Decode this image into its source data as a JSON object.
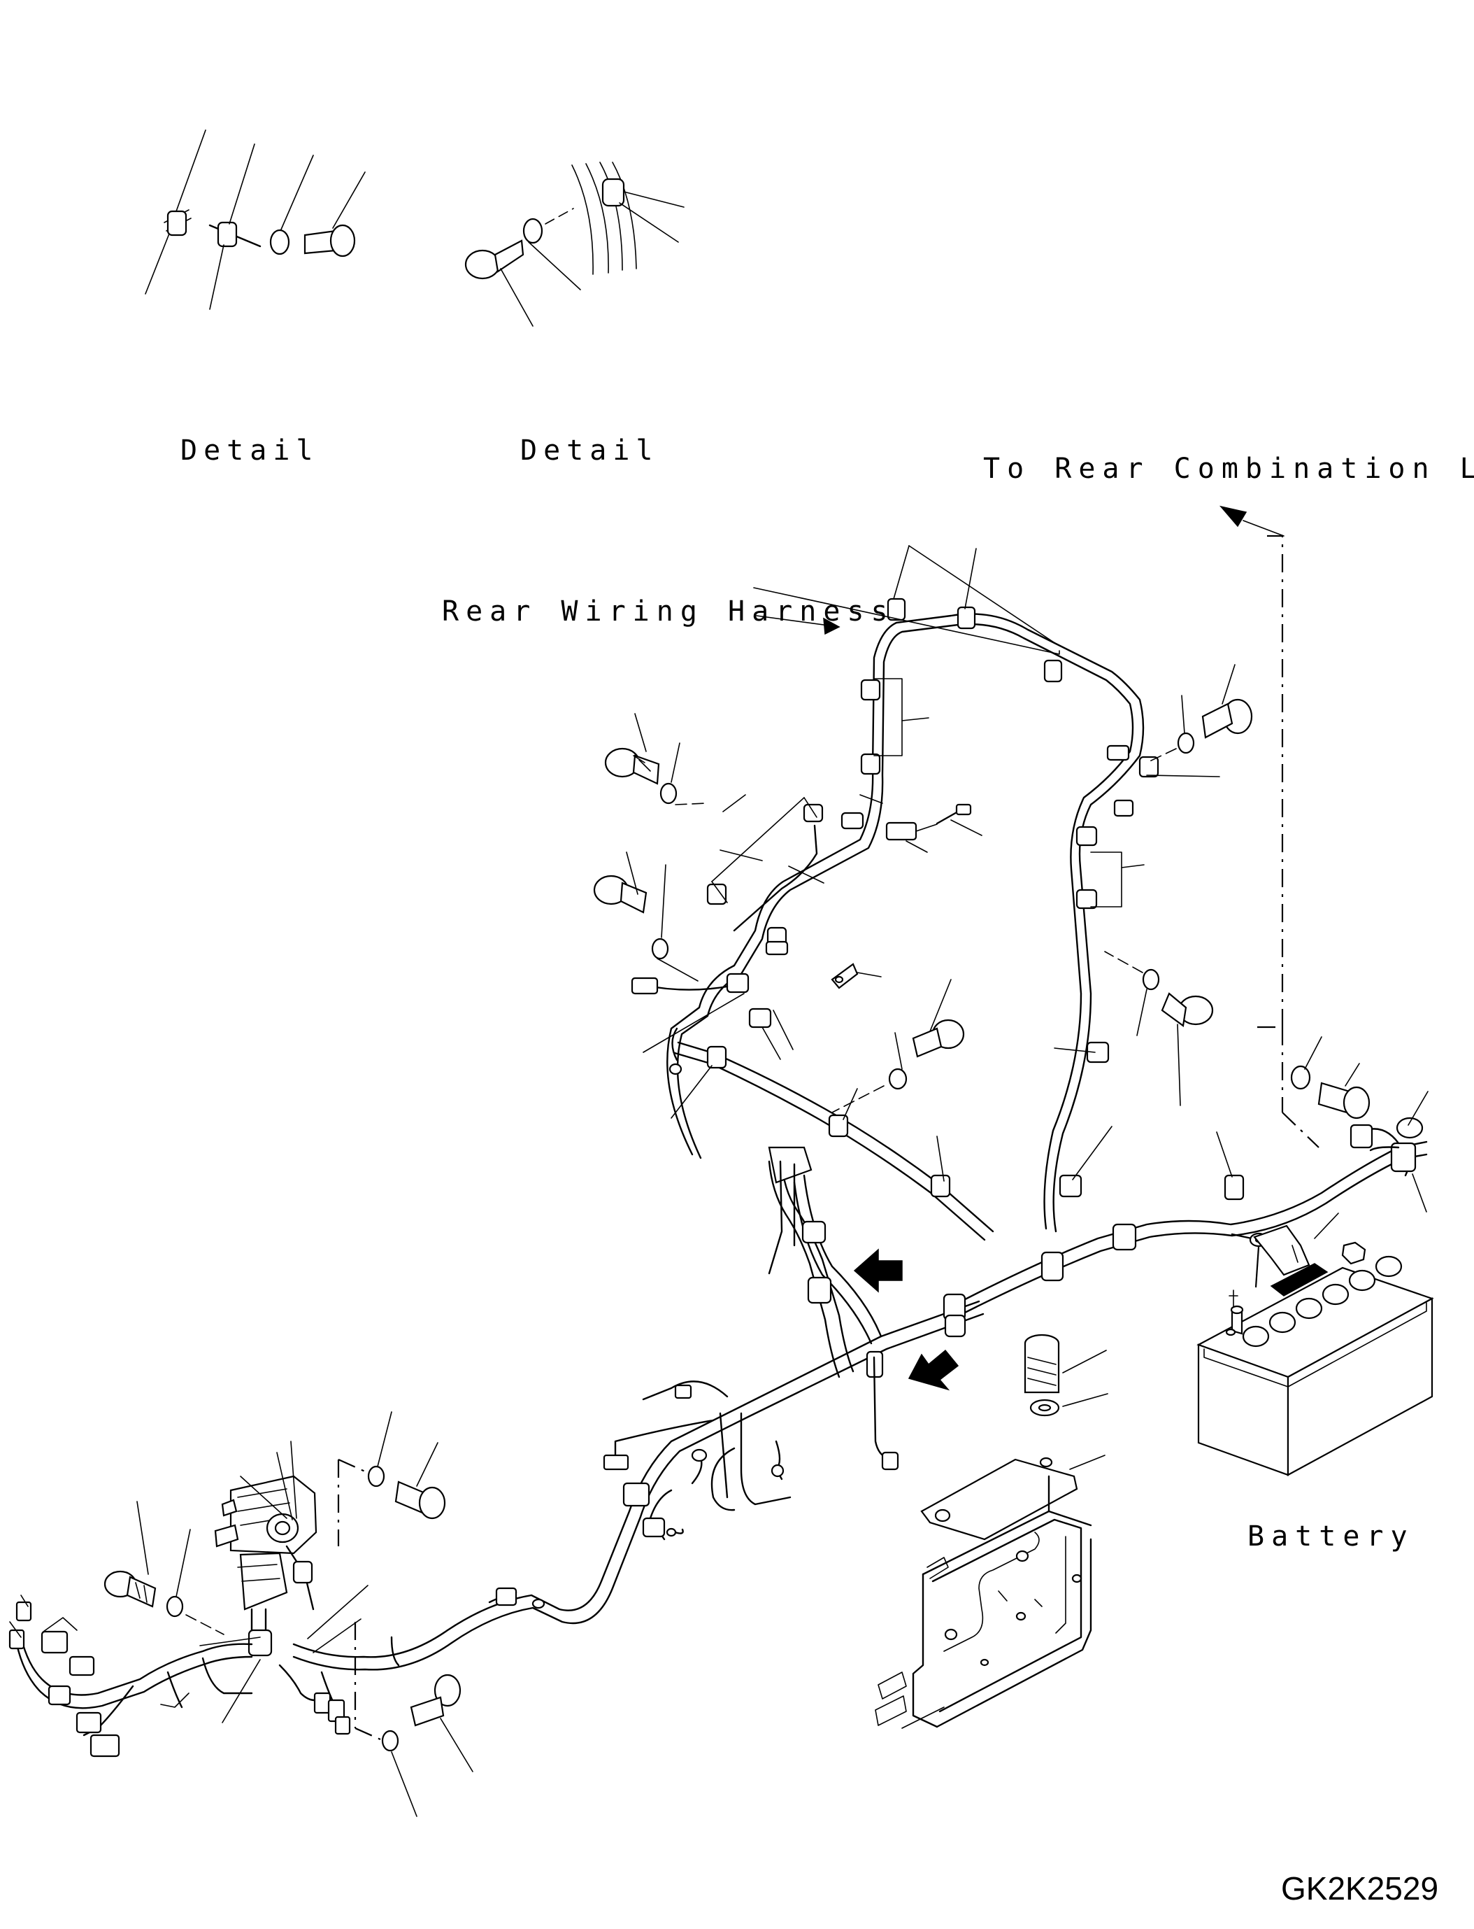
{
  "labels": {
    "detail_left": "Detail",
    "detail_right": "Detail",
    "rear_combination_lamp": "To Rear Combination Lamp L.H.",
    "rear_wiring_harness": "Rear Wiring Harness",
    "battery": "Battery",
    "drawing_code": "GK2K2529"
  }
}
